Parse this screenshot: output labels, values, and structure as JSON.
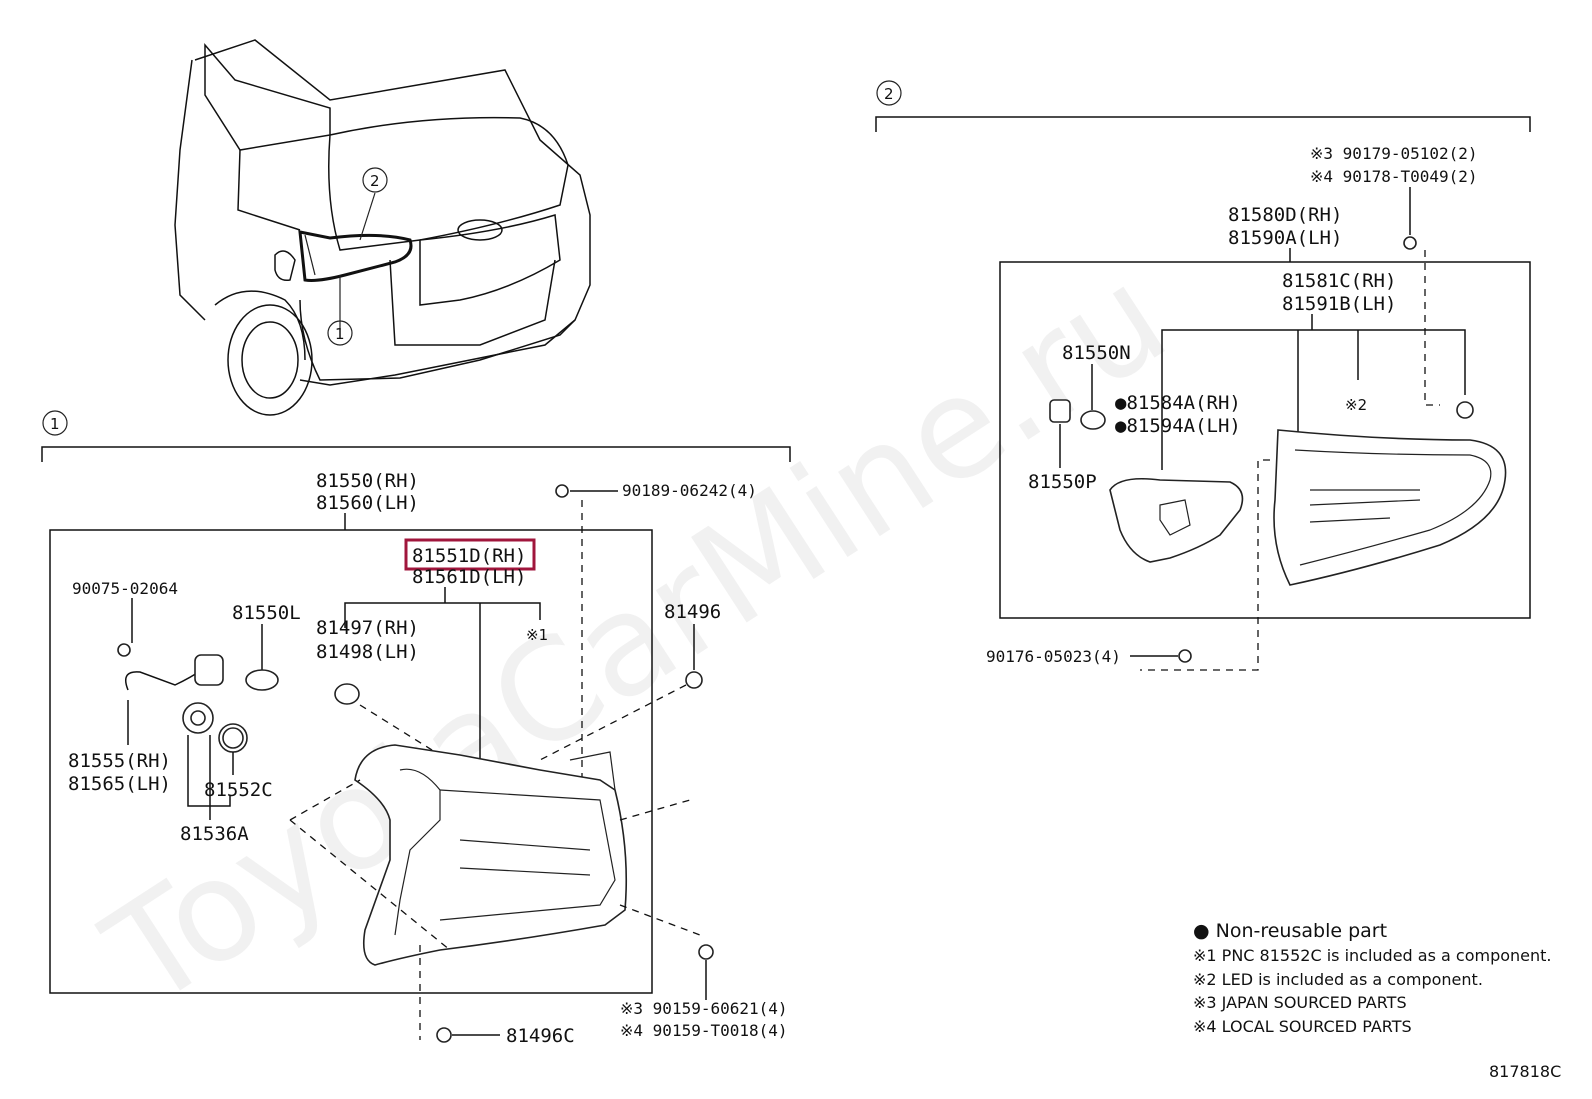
{
  "watermark": "ToyotaCarMine.ru",
  "reference_number": "817818C",
  "callouts": {
    "one": "1",
    "two": "2"
  },
  "section1": {
    "label_81550_rh": "81550(RH)",
    "label_81560_lh": "81560(LH)",
    "label_81551d_rh": "81551D(RH)",
    "label_81561d_lh": "81561D(LH)",
    "label_90075": "90075-02064",
    "label_81550l": "81550L",
    "label_81497_rh": "81497(RH)",
    "label_81498_lh": "81498(LH)",
    "note_1": "※1",
    "label_81496": "81496",
    "label_90189": "90189-06242(4)",
    "label_81555_rh": "81555(RH)",
    "label_81565_lh": "81565(LH)",
    "label_81552c": "81552C",
    "label_81536a": "81536A",
    "label_90159_3": "※3 90159-60621(4)",
    "label_90159_4": "※4 90159-T0018(4)",
    "label_81496c": "81496C"
  },
  "section2": {
    "label_90179": "※3 90179-05102(2)",
    "label_90178": "※4 90178-T0049(2)",
    "label_81580d_rh": "81580D(RH)",
    "label_81590a_lh": "81590A(LH)",
    "label_81581c_rh": "81581C(RH)",
    "label_81591b_lh": "81591B(LH)",
    "label_81550n": "81550N",
    "label_81584a_rh": "●81584A(RH)",
    "label_81594a_lh": "●81594A(LH)",
    "note_2": "※2",
    "label_81550p": "81550P",
    "label_90176": "90176-05023(4)"
  },
  "legend": {
    "non_reusable": "● Non-reusable part",
    "note1": "※1 PNC 81552C is included as a component.",
    "note2": "※2 LED is included as a component.",
    "note3": "※3 JAPAN SOURCED PARTS",
    "note4": "※4 LOCAL SOURCED PARTS"
  },
  "colors": {
    "highlight_box": "#a0163c",
    "line": "#111111"
  }
}
